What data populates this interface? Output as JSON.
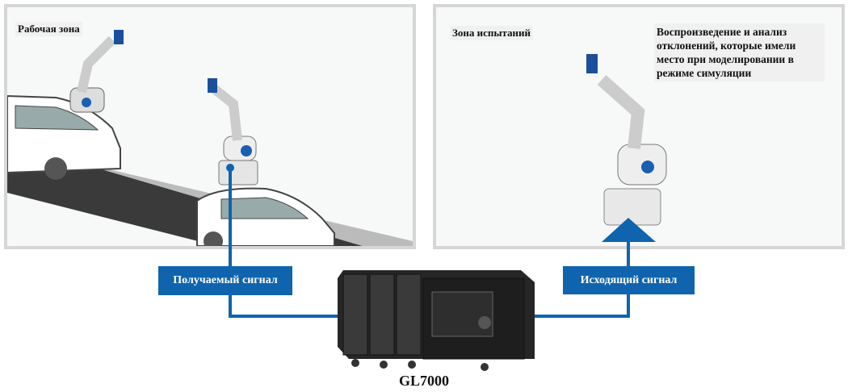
{
  "left_panel": {
    "title": "Рабочая зона"
  },
  "right_panel": {
    "title": "Зона испытаний",
    "description": "Воспроизведение и анализ отклонений, которые имели место при моделировании в режиме симуляции"
  },
  "signals": {
    "received": "Получаемый сигнал",
    "outgoing": "Исходящий сигнал"
  },
  "device": {
    "name": "GL7000"
  },
  "colors": {
    "signal_blue": "#0f64ad",
    "panel_border": "#d6d6d6"
  }
}
